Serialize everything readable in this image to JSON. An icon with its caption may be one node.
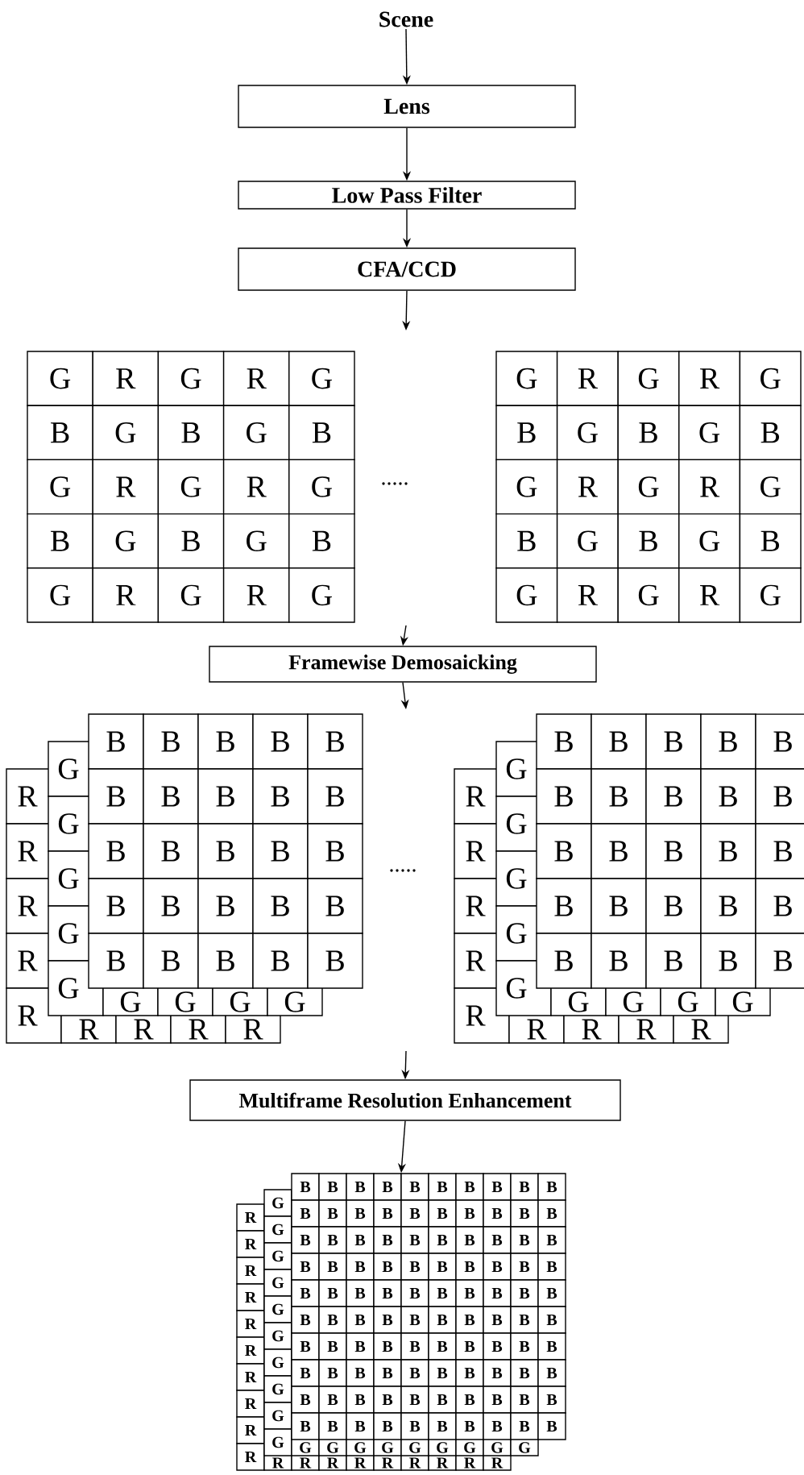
{
  "diagram": {
    "nodes": [
      {
        "text": [
          "Scene"
        ]
      },
      {
        "text": [
          "Lens"
        ]
      },
      {
        "text": [
          "Low Pass Filter"
        ]
      },
      {
        "text": [
          "CFA/CCD"
        ]
      },
      {
        "text": [
          "Framewise Demosaicking"
        ]
      },
      {
        "text": [
          "Multiframe Resolution Enhancement"
        ]
      },
      {
        "text": [],
        "shape": "picture"
      }
    ],
    "edges": [
      {
        "from": 0,
        "to": 1,
        "arrow": "to"
      },
      {
        "from": 1,
        "to": 2,
        "arrow": "to"
      },
      {
        "from": 2,
        "to": 3,
        "arrow": "to"
      },
      {
        "from": 3,
        "to": null,
        "arrow": "to"
      },
      {
        "from": null,
        "to": 4,
        "arrow": "to"
      },
      {
        "from": 4,
        "to": null,
        "arrow": "to"
      },
      {
        "from": null,
        "to": 5,
        "arrow": "to"
      },
      {
        "from": 5,
        "to": 6,
        "arrow": "to"
      }
    ],
    "labels": [
      "G",
      "R",
      "G",
      "R",
      "G",
      "B",
      "G",
      "B",
      "G",
      "B",
      "G",
      "R",
      "G",
      "R",
      "G",
      "B",
      "G",
      "B",
      "G",
      "B",
      "G",
      "R",
      "G",
      "R",
      "G",
      ".....",
      "G",
      "R",
      "G",
      "R",
      "G",
      "B",
      "G",
      "B",
      "G",
      "B",
      "G",
      "R",
      "G",
      "R",
      "G",
      "B",
      "G",
      "B",
      "G",
      "B",
      "G",
      "R",
      "G",
      "R",
      "G",
      "B",
      "B",
      "B",
      "B",
      "B",
      "B",
      "B",
      "B",
      "B",
      "B",
      "B",
      "B",
      "B",
      "B",
      "B",
      "B",
      "B",
      "B",
      "B",
      "B",
      "B",
      "B",
      "B",
      "B",
      "B",
      "G",
      "G",
      "G",
      "G",
      "G",
      "G",
      "G",
      "G",
      "G",
      "R",
      "R",
      "R",
      "R",
      "R",
      "R",
      "R",
      "R",
      "R",
      ".....",
      "B",
      "B",
      "B",
      "B",
      "B",
      "B",
      "B",
      "B",
      "B",
      "B",
      "B",
      "B",
      "B",
      "B",
      "B",
      "B",
      "B",
      "B",
      "B",
      "B",
      "B",
      "B",
      "B",
      "B",
      "B",
      "G",
      "G",
      "G",
      "G",
      "G",
      "G",
      "G",
      "G",
      "G",
      "R",
      "R",
      "R",
      "R",
      "R",
      "R",
      "R",
      "R",
      "R",
      "B",
      "B",
      "B",
      "B",
      "B",
      "B",
      "B",
      "B",
      "B",
      "B",
      "B",
      "B",
      "B",
      "B",
      "B",
      "B",
      "B",
      "B",
      "B",
      "B",
      "B",
      "B",
      "B",
      "B",
      "B",
      "B",
      "B",
      "B",
      "B",
      "B",
      "B",
      "B",
      "B",
      "B",
      "B",
      "B",
      "B",
      "B",
      "B",
      "B",
      "B",
      "B",
      "B",
      "B",
      "B",
      "B",
      "B",
      "B",
      "B",
      "B",
      "B",
      "B",
      "B",
      "B",
      "B",
      "B",
      "B",
      "B",
      "B",
      "B",
      "B",
      "B",
      "B",
      "B",
      "B",
      "B",
      "B",
      "B",
      "B",
      "B",
      "B",
      "B",
      "B",
      "B",
      "B",
      "B",
      "B",
      "B",
      "B",
      "B",
      "B",
      "B",
      "B",
      "B",
      "B",
      "B",
      "B",
      "B",
      "B",
      "B",
      "B",
      "B",
      "B",
      "B",
      "B",
      "B",
      "B",
      "B",
      "B",
      "B",
      "G",
      "G",
      "G",
      "G",
      "G",
      "G",
      "G",
      "G",
      "G",
      "G",
      "G",
      "G",
      "G",
      "G",
      "G",
      "G",
      "G",
      "G",
      "G",
      "R",
      "R",
      "R",
      "R",
      "R",
      "R",
      "R",
      "R",
      "R",
      "R",
      "R",
      "R",
      "R",
      "R",
      "R",
      "R",
      "R",
      "R",
      "R"
    ]
  }
}
